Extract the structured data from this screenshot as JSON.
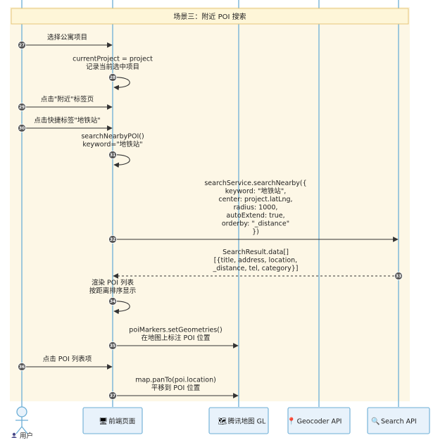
{
  "note": {
    "text": "场景三：附近 POI 搜索"
  },
  "participants": [
    {
      "id": "user",
      "label": "用户",
      "icon": "user-icon",
      "kind": "actor"
    },
    {
      "id": "frontend",
      "label": "前端页面",
      "icon": "computer-icon",
      "glyph": "🖥",
      "kind": "box"
    },
    {
      "id": "map",
      "label": "腾讯地图 GL",
      "icon": "map-icon",
      "glyph": "🗺",
      "kind": "box"
    },
    {
      "id": "geocoder",
      "label": "Geocoder API",
      "icon": "pin-icon",
      "glyph": "📍",
      "kind": "box"
    },
    {
      "id": "search",
      "label": "Search API",
      "icon": "magnifier-icon",
      "glyph": "🔍",
      "kind": "box"
    }
  ],
  "messages": [
    {
      "num": 27,
      "from": "user",
      "to": "frontend",
      "lines": [
        "选择公寓项目"
      ]
    },
    {
      "num": 28,
      "from": "frontend",
      "to": "frontend",
      "lines": [
        "currentProject = project",
        "记录当前选中项目"
      ]
    },
    {
      "num": 29,
      "from": "user",
      "to": "frontend",
      "lines": [
        "点击\"附近\"标签页"
      ]
    },
    {
      "num": 30,
      "from": "user",
      "to": "frontend",
      "lines": [
        "点击快捷标签\"地铁站\""
      ]
    },
    {
      "num": 31,
      "from": "frontend",
      "to": "frontend",
      "lines": [
        "searchNearbyPOI()",
        "keyword=\"地铁站\""
      ]
    },
    {
      "num": 32,
      "from": "frontend",
      "to": "search",
      "lines": [
        "searchService.searchNearby({",
        "keyword: \"地铁站\",",
        "center: project.latLng,",
        "radius: 1000,",
        "autoExtend: true,",
        "orderby: \"_distance\"",
        "})"
      ]
    },
    {
      "num": 33,
      "from": "search",
      "to": "frontend",
      "dashed": true,
      "lines": [
        "SearchResult.data[]",
        "[{title, address, location,",
        "_distance, tel, category}]"
      ]
    },
    {
      "num": 34,
      "from": "frontend",
      "to": "frontend",
      "lines": [
        "渲染 POI 列表",
        "按距离排序显示"
      ]
    },
    {
      "num": 35,
      "from": "frontend",
      "to": "map",
      "lines": [
        "poiMarkers.setGeometries()",
        "在地图上标注 POI 位置"
      ]
    },
    {
      "num": 36,
      "from": "user",
      "to": "frontend",
      "lines": [
        "点击 POI 列表项"
      ]
    },
    {
      "num": 37,
      "from": "frontend",
      "to": "map",
      "lines": [
        "map.panTo(poi.location)",
        "平移到 POI 位置"
      ]
    }
  ],
  "colors": {
    "lifeline": "#6baed6",
    "background": "#fdf7e6",
    "note_fill": "#fef6d8",
    "note_stroke": "#e6c77a",
    "box_fill": "#e8f2fb",
    "box_stroke": "#6baed6",
    "arrow": "#333333",
    "badge": "#555555"
  }
}
